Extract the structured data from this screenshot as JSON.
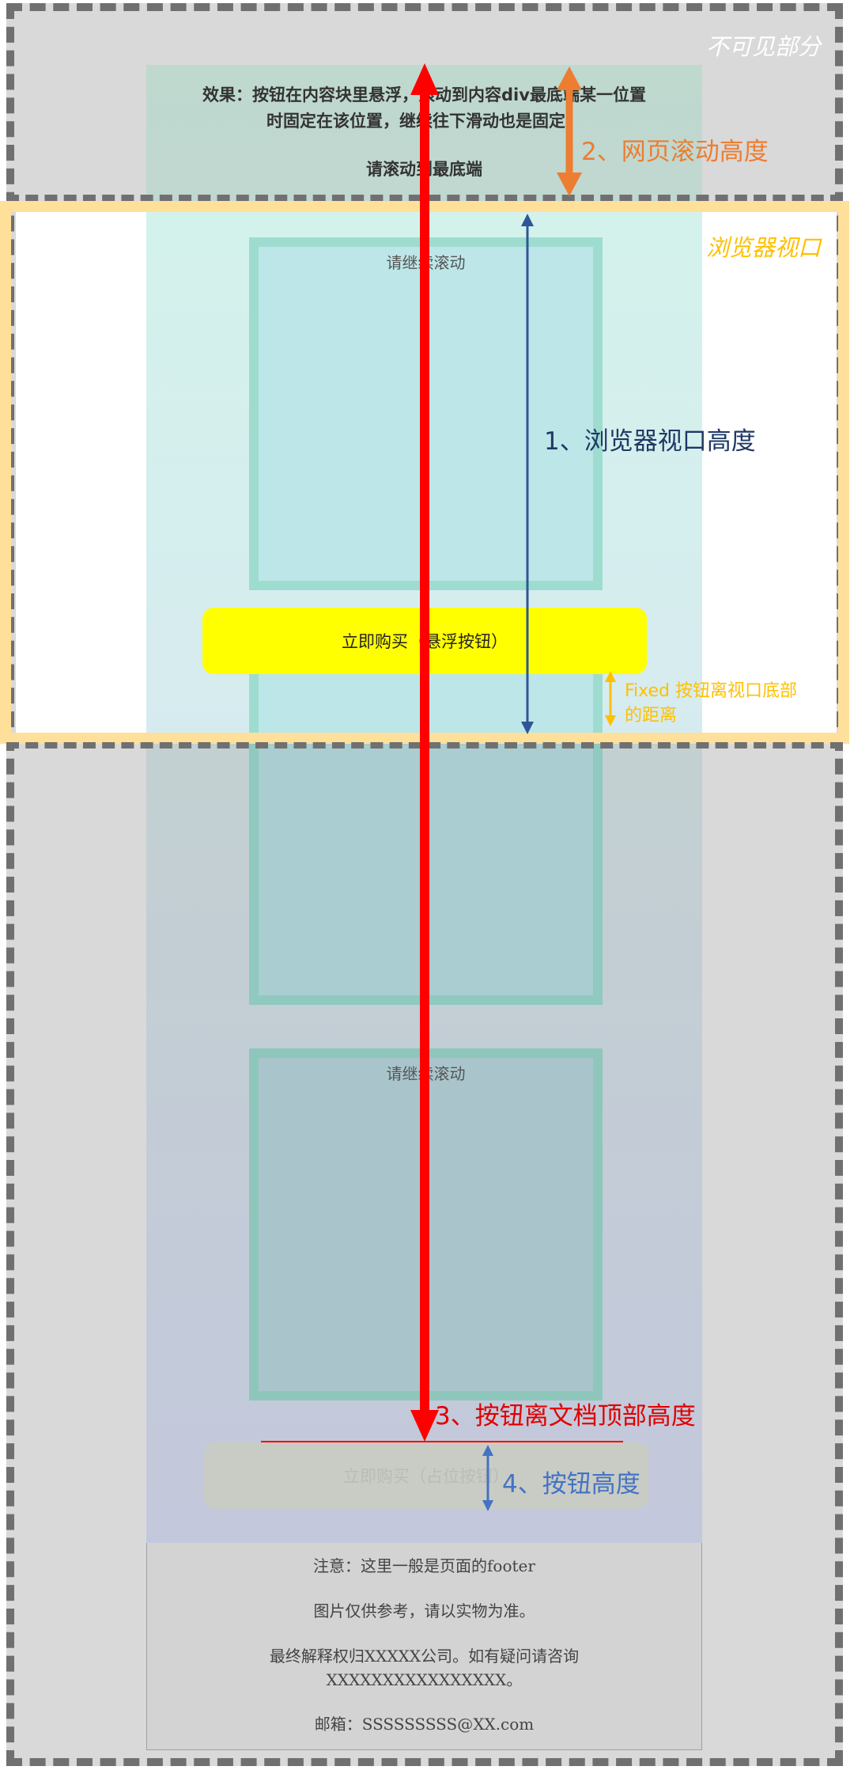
{
  "header": {
    "effect_text_line1": "效果：按钮在内容块里悬浮，滚动到内容div最底端某一位置",
    "effect_text_line2": "时固定在该位置，继续往下滑动也是固定。",
    "scroll_hint": "请滚动到最底端"
  },
  "blocks": {
    "continue_label": "请继续滚动"
  },
  "buttons": {
    "floating_label": "立即购买（悬浮按钮）",
    "placeholder_label": "立即购买（占位按钮）"
  },
  "footer": {
    "note": "注意：这里一般是页面的footer",
    "disclaimer": "图片仅供参考，请以实物为准。",
    "rights_line1": "最终解释权归XXXXX公司。如有疑问请咨询",
    "rights_line2": "XXXXXXXXXXXXXXXX。",
    "email": "邮箱：SSSSSSSSS@XX.com"
  },
  "annotations": {
    "invisible_part": "不可见部分",
    "browser_viewport": "浏览器视口",
    "viewport_height": "1、浏览器视口高度",
    "scroll_height": "2、网页滚动高度",
    "button_top": "3、按钮离文档顶部高度",
    "button_height": "4、按钮高度",
    "fixed_distance": "Fixed 按钮离视口底部的距离"
  },
  "colors": {
    "outer_gray": "#d9d9d9",
    "dashed_border": "#707070",
    "viewport_frame": "#ffe09a",
    "floating_button": "#ffff00",
    "red_arrow": "#ff0000",
    "orange_arrow": "#ed7d31",
    "navy_arrow": "#2f5597",
    "blue_arrow": "#4472c4",
    "yellow_arrow": "#ffc000"
  }
}
